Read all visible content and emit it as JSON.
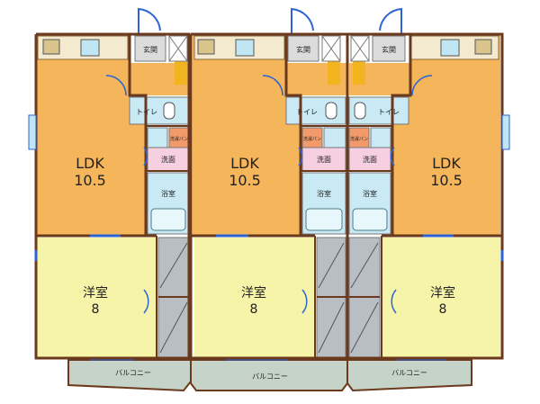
{
  "units": [
    {
      "entrance": "玄関",
      "toilet": "トイレ",
      "washer": "洗濯パン",
      "washroom": "洗面",
      "bath": "浴室",
      "ldk": "LDK",
      "ldk_size": "10.5",
      "bedroom": "洋室",
      "bedroom_size": "8",
      "balcony": "バルコニー"
    },
    {
      "entrance": "玄関",
      "toilet": "トイレ",
      "washer": "洗濯パン",
      "washroom": "洗面",
      "bath": "浴室",
      "ldk": "LDK",
      "ldk_size": "10.5",
      "bedroom": "洋室",
      "bedroom_size": "8",
      "balcony": "バルコニー"
    },
    {
      "entrance": "玄関",
      "toilet": "トイレ",
      "washer": "洗濯パン",
      "washroom": "洗面",
      "bath": "浴室",
      "ldk": "LDK",
      "ldk_size": "10.5",
      "bedroom": "洋室",
      "bedroom_size": "8",
      "balcony": "バルコニー"
    }
  ],
  "colors": {
    "ldk": "#f5b55a",
    "bedroom": "#f6f4a8",
    "wet": "#c9eaf4",
    "washroom": "#f6cfe0",
    "washer": "#f29a6a",
    "entrance": "#dcdcdc",
    "closet": "#b9bdc4",
    "balcony": "#c5d3c8",
    "wall": "#6b3a1c",
    "window": "#2e63d6"
  }
}
